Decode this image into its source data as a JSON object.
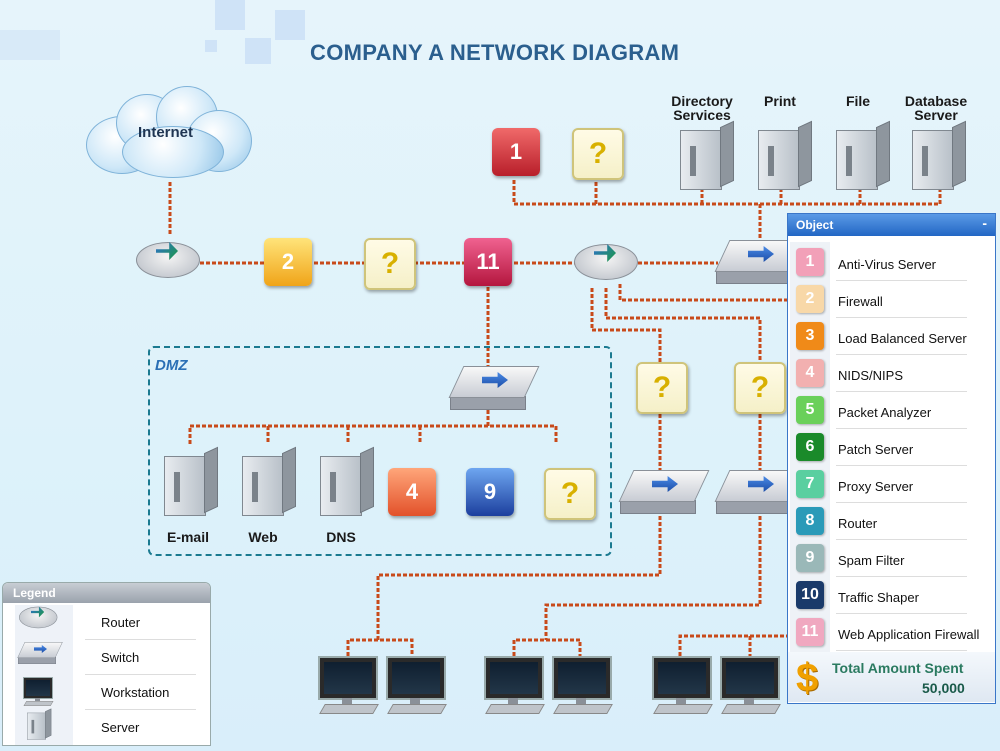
{
  "title": "COMPANY A NETWORK DIAGRAM",
  "internet_label": "Internet",
  "dmz_label": "DMZ",
  "top_servers": [
    "Directory\nServices",
    "Print",
    "File",
    "Database\nServer"
  ],
  "dmz_servers": [
    "E-mail",
    "Web",
    "DNS"
  ],
  "tiles": {
    "q": "?",
    "t1": "1",
    "t2": "2",
    "t11": "11",
    "t4": "4",
    "t9": "9"
  },
  "legend": {
    "header": "Legend",
    "items": [
      "Router",
      "Switch",
      "Workstation",
      "Server"
    ]
  },
  "object_panel": {
    "header": "Object",
    "minimize": "-",
    "items": [
      {
        "num": "1",
        "label": "Anti-Virus Server",
        "color": "#f2a0b8"
      },
      {
        "num": "2",
        "label": "Firewall",
        "color": "#f8d8a8"
      },
      {
        "num": "3",
        "label": "Load Balanced Server",
        "color": "#f08a18"
      },
      {
        "num": "4",
        "label": "NIDS/NIPS",
        "color": "#f2b0b0"
      },
      {
        "num": "5",
        "label": "Packet Analyzer",
        "color": "#6ad05a"
      },
      {
        "num": "6",
        "label": "Patch Server",
        "color": "#1a8a2a"
      },
      {
        "num": "7",
        "label": "Proxy Server",
        "color": "#5acfa0"
      },
      {
        "num": "8",
        "label": "Router",
        "color": "#2a9ab8"
      },
      {
        "num": "9",
        "label": "Spam Filter",
        "color": "#9ab8b8"
      },
      {
        "num": "10",
        "label": "Traffic Shaper",
        "color": "#1a3a6a"
      },
      {
        "num": "11",
        "label": "Web Application Firewall",
        "color": "#f0a8c0"
      }
    ],
    "total_label": "Total Amount Spent",
    "total_value": "50,000",
    "currency_symbol": "$"
  }
}
